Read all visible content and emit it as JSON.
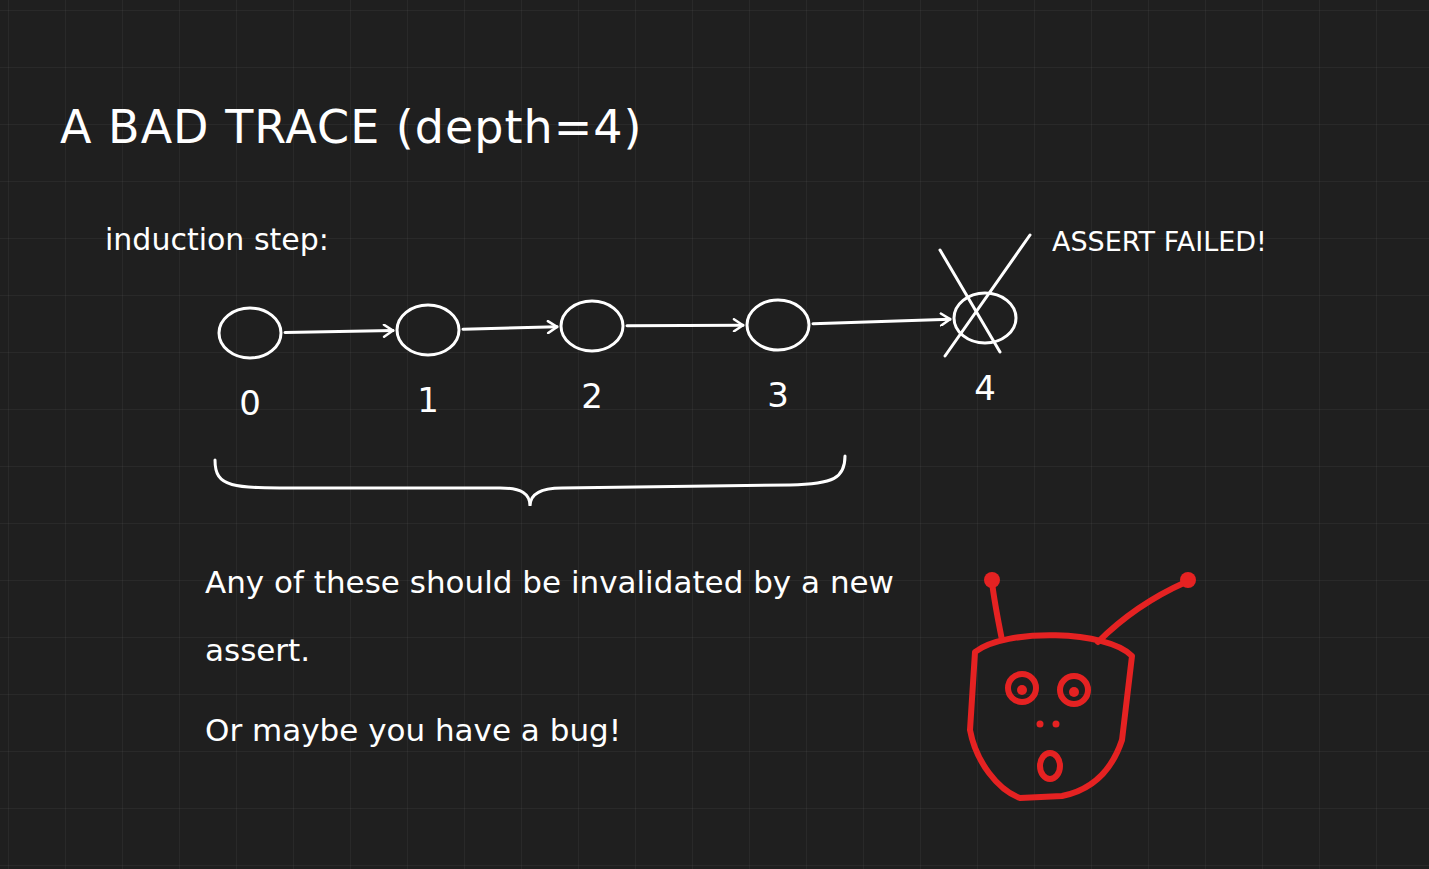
{
  "diagram": {
    "title": "A BAD TRACE (depth=4)",
    "nodes": [
      {
        "text": [
          "0"
        ]
      },
      {
        "text": [
          "1"
        ]
      },
      {
        "text": [
          "2"
        ]
      },
      {
        "text": [
          "3"
        ]
      },
      {
        "text": [
          "4"
        ]
      }
    ],
    "edges": [
      {
        "from": 0,
        "to": 1,
        "arrow": "to"
      },
      {
        "from": 1,
        "to": 2,
        "arrow": "to"
      },
      {
        "from": 2,
        "to": 3,
        "arrow": "to"
      },
      {
        "from": 3,
        "to": 4,
        "arrow": "to"
      }
    ],
    "labels": [
      "induction step:",
      "ASSERT FAILED!",
      "Any of these should be invalidated by a new assert.",
      "Or maybe you have a bug!"
    ]
  }
}
